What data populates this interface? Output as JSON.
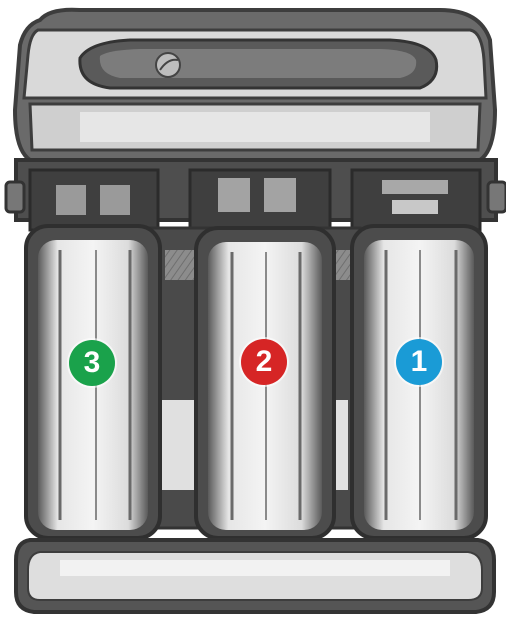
{
  "filters": [
    {
      "label": "3",
      "color": "#1aa24b"
    },
    {
      "label": "2",
      "color": "#d62525"
    },
    {
      "label": "1",
      "color": "#1a9bd6"
    }
  ],
  "palette": {
    "outline": "#3d3d3d",
    "dark": "#4a4a4a",
    "mid": "#7a7a7a",
    "light": "#a8a8a8",
    "highlight": "#dcdcdc",
    "white": "#f2f2f2"
  }
}
